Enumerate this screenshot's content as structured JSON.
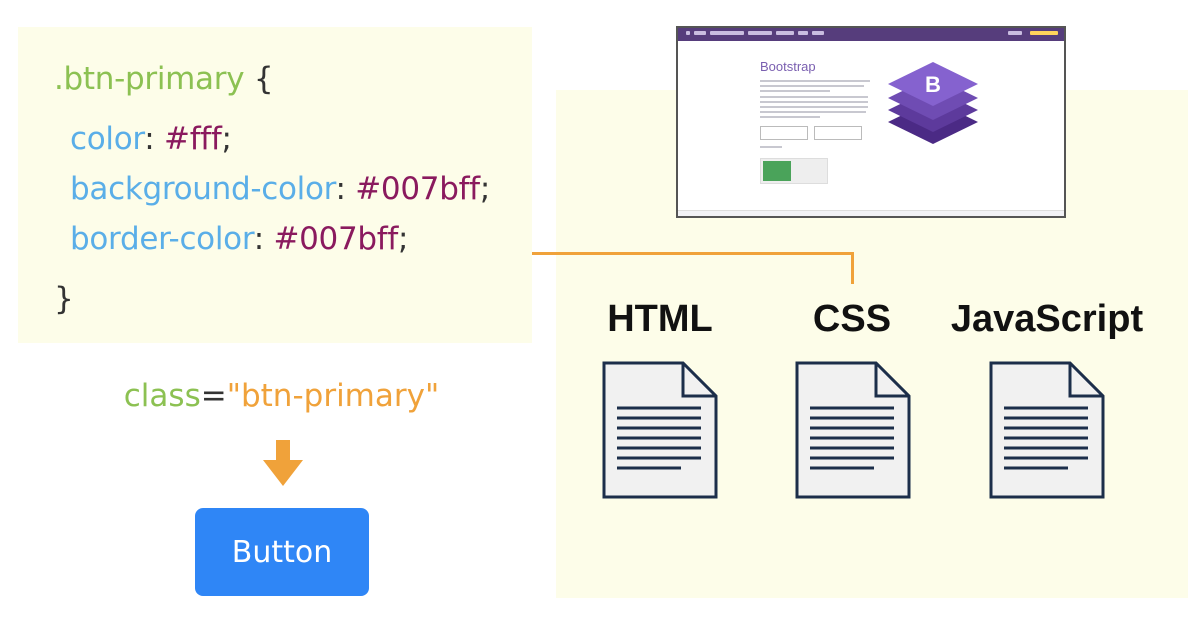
{
  "code_block": {
    "selector": ".btn-primary",
    "open_brace": "{",
    "close_brace": "}",
    "rules": [
      {
        "property": "color",
        "value": "#fff"
      },
      {
        "property": "background-color",
        "value": "#007bff"
      },
      {
        "property": "border-color",
        "value": "#007bff"
      }
    ],
    "colon": ":",
    "semicolon": ";"
  },
  "class_attr": {
    "keyword": "class",
    "equals": "=",
    "value": "\"btn-primary\""
  },
  "button": {
    "label": "Button",
    "color": "#2f86f6"
  },
  "files": [
    {
      "label": "HTML",
      "icon": "document-icon"
    },
    {
      "label": "CSS",
      "icon": "document-icon"
    },
    {
      "label": "JavaScript",
      "icon": "document-icon"
    }
  ],
  "browser_preview": {
    "title": "Bootstrap",
    "logo_letter": "B",
    "logo_color": "#7952b3"
  },
  "colors": {
    "panel_bg": "#fdfde9",
    "connector": "#f0a23a",
    "selector": "#8cc152",
    "property": "#5aaee8",
    "value": "#8a1a5e"
  }
}
